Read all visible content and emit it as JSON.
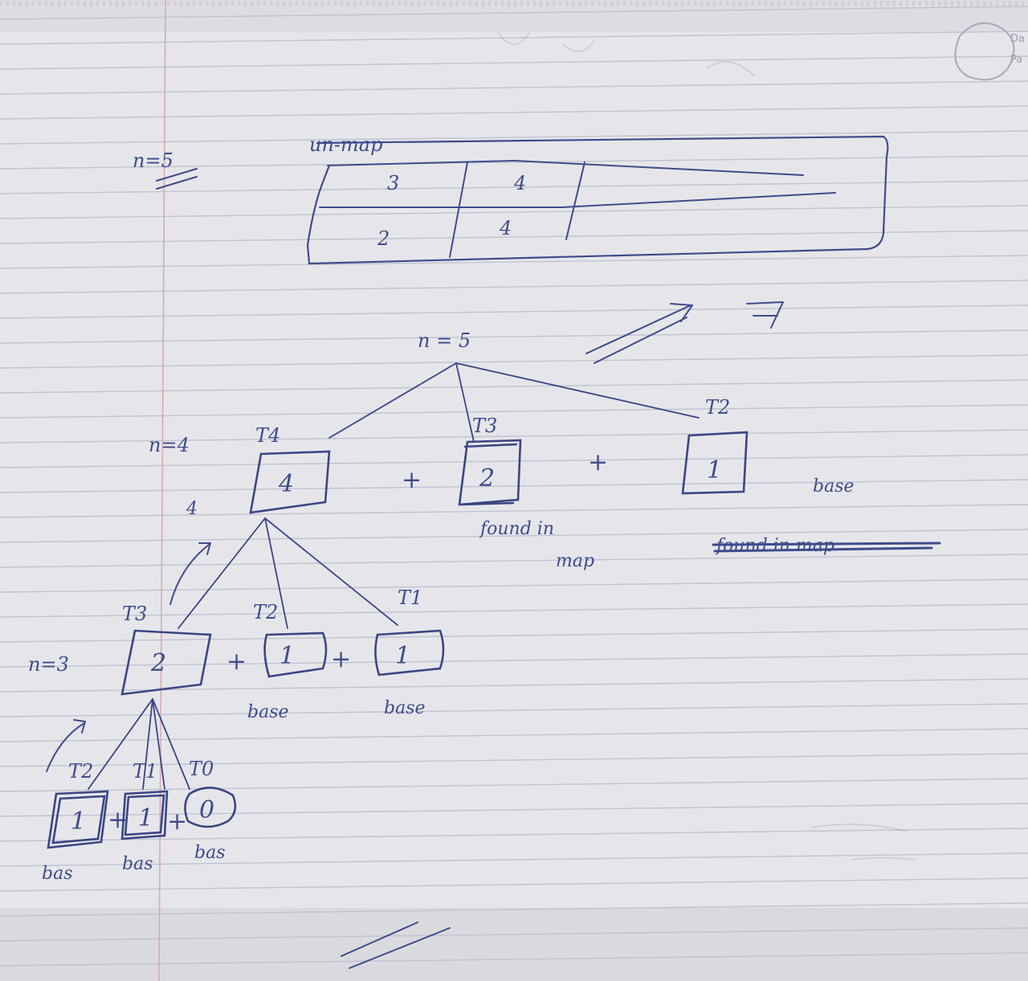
{
  "corner_logo": {
    "text_1": "Da",
    "text_2": "Pa"
  },
  "header": {
    "n_label": "n=5"
  },
  "map_table": {
    "title": "un-map",
    "rows": [
      {
        "key": "3",
        "value": "4"
      },
      {
        "key": "2",
        "value": "4"
      }
    ]
  },
  "root": {
    "label": "n = 5"
  },
  "level1": {
    "n_label": "n=4",
    "left_tag": "T4",
    "left_value": "4",
    "side_note": "4",
    "plus_1": "+",
    "mid_tag": "T3",
    "mid_value": "2",
    "plus_2": "+",
    "right_tag": "T2",
    "right_value": "1",
    "mid_note_1": "found in",
    "mid_note_2": "map",
    "right_note": "base",
    "struck_note": "found in map"
  },
  "level2": {
    "n_label": "n=3",
    "left_tag": "T3",
    "left_value": "2",
    "plus_1": "+",
    "mid_tag": "T2",
    "mid_value": "1",
    "plus_2": "+",
    "right_tag": "T1",
    "right_value": "1",
    "mid_note": "base",
    "right_note": "base"
  },
  "level3": {
    "t2_tag": "T2",
    "t2_value": "1",
    "t1_tag": "T1",
    "t1_value": "1",
    "t0_tag": "T0",
    "t0_value": "0",
    "plus_1": "+",
    "plus_2": "+",
    "note_1": "bas",
    "note_2": "bas",
    "note_3": "bas"
  },
  "colors": {
    "ink": "#3f4b8c",
    "paper": "#e7e7ea",
    "rule": "#bcc2cf",
    "margin": "#d9a6b0"
  }
}
